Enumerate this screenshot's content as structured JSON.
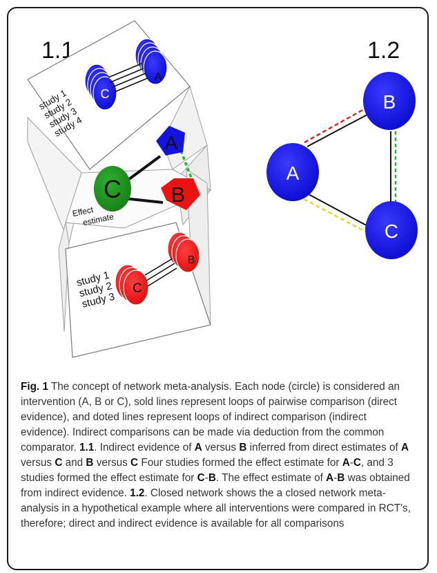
{
  "panel_1_1": {
    "label": "1.1",
    "top_card": {
      "studies": [
        "study 1",
        "study 2",
        "study 3",
        "study 4"
      ],
      "node_left": "C",
      "node_right": "A",
      "color": "#1010dd"
    },
    "middle": {
      "node_a": "A",
      "node_b": "B",
      "node_c": "C",
      "effect_label_1": "Effect",
      "effect_label_2": "estimate",
      "color_a": "#1010dd",
      "color_b": "#ee1111",
      "color_c": "#1a8f1a"
    },
    "bottom_card": {
      "studies": [
        "study 1",
        "study 2",
        "study 3"
      ],
      "node_left": "C",
      "node_right": "B",
      "color": "#ee1111"
    }
  },
  "panel_1_2": {
    "label": "1.2",
    "node_a": "A",
    "node_b": "B",
    "node_c": "C",
    "node_color": "#1010dd"
  },
  "caption": {
    "fig_label": "Fig. 1",
    "intro": " The concept of network meta-analysis. Each node (circle) is considered an intervention (A, B or C), sold lines represent loops of pairwise comparison (direct evidence), and doted lines represent loops of indirect comparison (indirect evidence). Indirect comparisons can be made via deduction from the common comparator. ",
    "ref_1_1": "1.1",
    "p1": ". Indirect evidence of ",
    "a1": "A",
    "p2": " versus ",
    "b1": "B",
    "p3": " inferred from direct estimates of ",
    "a2": "A",
    "p4": " versus ",
    "c1": "C",
    "p5": " and ",
    "b2": "B",
    "p6": " versus ",
    "c2": "C",
    "p7": " Four studies formed the effect estimate for ",
    "a3": "A",
    "p8": "-",
    "c3": "C",
    "p9": ", and 3 studies formed the effect estimate for ",
    "c4": "C",
    "p10": "-",
    "b3": "B",
    "p11": ". The effect estimate of ",
    "a4": "A",
    "p12": "-",
    "b4": "B",
    "p13": " was obtained from indirect evidence. ",
    "ref_1_2": "1.2",
    "p14": ". Closed network shows the a closed network meta-analysis in a hypothetical example where all interventions were compared in RCT's, therefore; direct and indirect evidence is available for all comparisons"
  }
}
